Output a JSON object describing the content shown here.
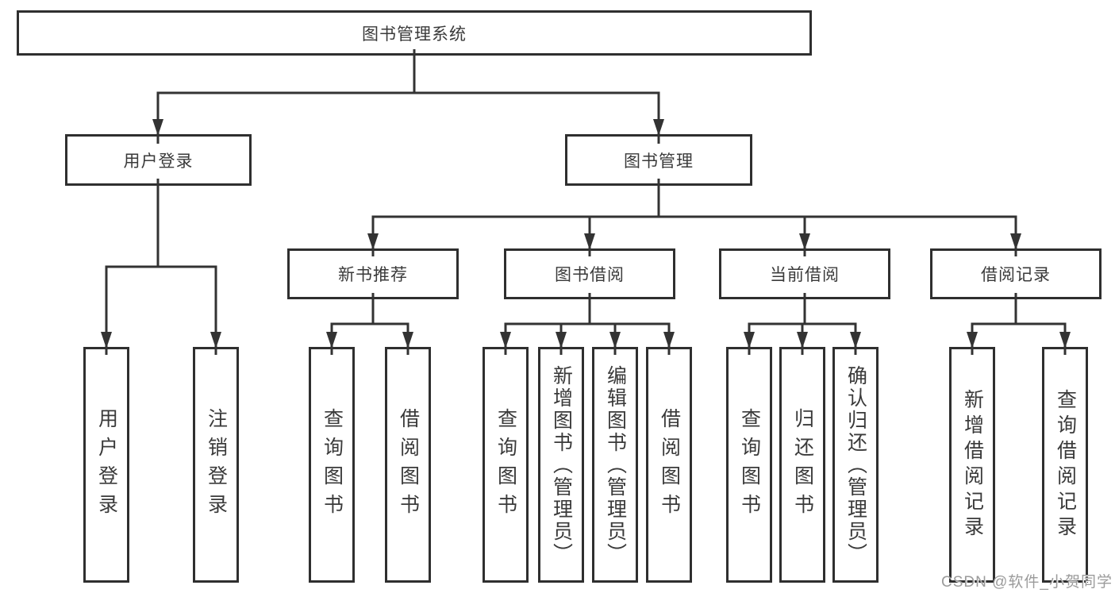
{
  "colors": {
    "line": "#333333",
    "box_border": "#2f2f2f",
    "box_background": "#ffffff",
    "text": "#3a3a3a",
    "watermark": "#9b9b9b"
  },
  "watermark": {
    "text": "CSDN @软件_小贺同学"
  },
  "tree": {
    "root": {
      "label": "图书管理系统",
      "children": [
        {
          "label": "用户登录",
          "children": [
            {
              "label": "用户登录"
            },
            {
              "label": "注销登录"
            }
          ]
        },
        {
          "label": "图书管理",
          "children": [
            {
              "label": "新书推荐",
              "children": [
                {
                  "label": "查询图书"
                },
                {
                  "label": "借阅图书"
                }
              ]
            },
            {
              "label": "图书借阅",
              "children": [
                {
                  "label": "查询图书"
                },
                {
                  "label": "新增图书（管理员）"
                },
                {
                  "label": "编辑图书（管理员）"
                },
                {
                  "label": "借阅图书"
                }
              ]
            },
            {
              "label": "当前借阅",
              "children": [
                {
                  "label": "查询图书"
                },
                {
                  "label": "归还图书"
                },
                {
                  "label": "确认归还（管理员）"
                }
              ]
            },
            {
              "label": "借阅记录",
              "children": [
                {
                  "label": "新增借阅记录"
                },
                {
                  "label": "查询借阅记录"
                }
              ]
            }
          ]
        }
      ]
    }
  }
}
